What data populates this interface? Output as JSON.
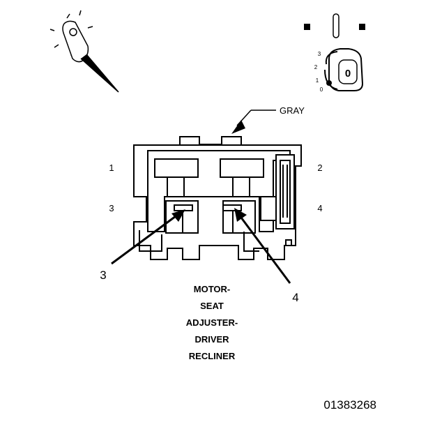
{
  "callout": {
    "wire_color": "GRAY"
  },
  "connector": {
    "title_lines": [
      "MOTOR-",
      "SEAT",
      "ADJUSTER-",
      "DRIVER",
      "RECLINER"
    ],
    "cavity_labels": {
      "left_top": "1",
      "left_bottom": "3",
      "right_top": "2",
      "right_bottom": "4"
    },
    "pointer_labels": {
      "left": "3",
      "right": "4"
    }
  },
  "ignition_switch": {
    "positions": [
      "3",
      "2",
      "1",
      "0"
    ],
    "key_label": "0"
  },
  "figure_id": "01383268",
  "icons": [
    "test-probe-icon",
    "ignition-key-icon"
  ],
  "colors": {
    "line": "#000000",
    "background": "#ffffff"
  }
}
